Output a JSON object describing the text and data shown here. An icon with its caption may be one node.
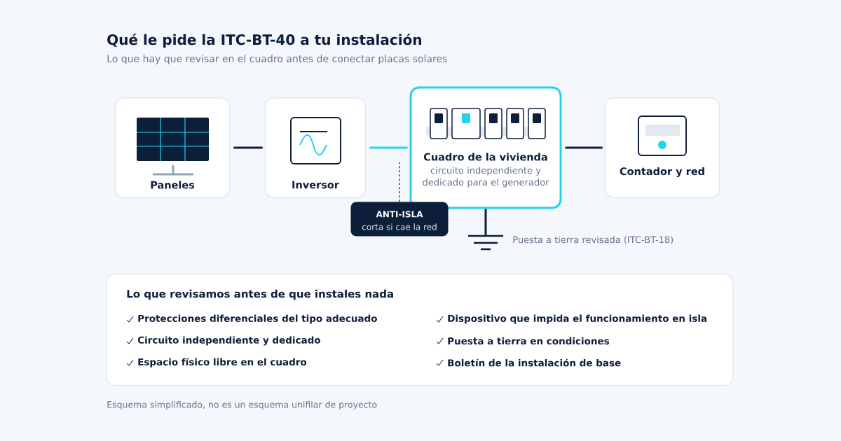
{
  "diagram": {
    "title": "Qué le pide la ITC-BT-40 a tu instalación",
    "caption": "Esquema simplificado, no es un esquema unifilar de proyecto",
    "labels": [
      "Lo que hay que revisar en el cuadro antes de conectar placas solares"
    ],
    "nodes": [
      {
        "text": [
          "Paneles"
        ]
      },
      {
        "text": [
          "Inversor"
        ]
      },
      {
        "text": [
          "Cuadro de la vivienda",
          "circuito independiente y dedicado para el generador"
        ]
      },
      {
        "text": [
          "Contador y red"
        ]
      },
      {
        "text": [
          "ANTI-ISLA",
          "corta si cae la red"
        ]
      },
      {
        "text": [],
        "shape": "ground",
        "beside": [
          "Puesta a tierra revisada (ITC-BT-18)"
        ]
      },
      {
        "text": [
          "Lo que revisamos antes de que instales nada",
          "Protecciones diferenciales del tipo adecuado",
          "Dispositivo que impida el funcionamiento en isla",
          "Circuito independiente y dedicado",
          "Puesta a tierra en condiciones",
          "Espacio físico libre en el cuadro",
          "Boletín de la instalación de base"
        ]
      }
    ],
    "edges": [
      {
        "from": 0,
        "to": 1,
        "arrow": "none"
      },
      {
        "from": 1,
        "to": 2,
        "arrow": "none",
        "color": "#22d3ee"
      },
      {
        "from": 2,
        "to": 3,
        "arrow": "none"
      },
      {
        "from": 4,
        "to": null,
        "arrow": "none",
        "style": "dashed"
      },
      {
        "from": 2,
        "to": 5,
        "arrow": "none"
      }
    ]
  }
}
